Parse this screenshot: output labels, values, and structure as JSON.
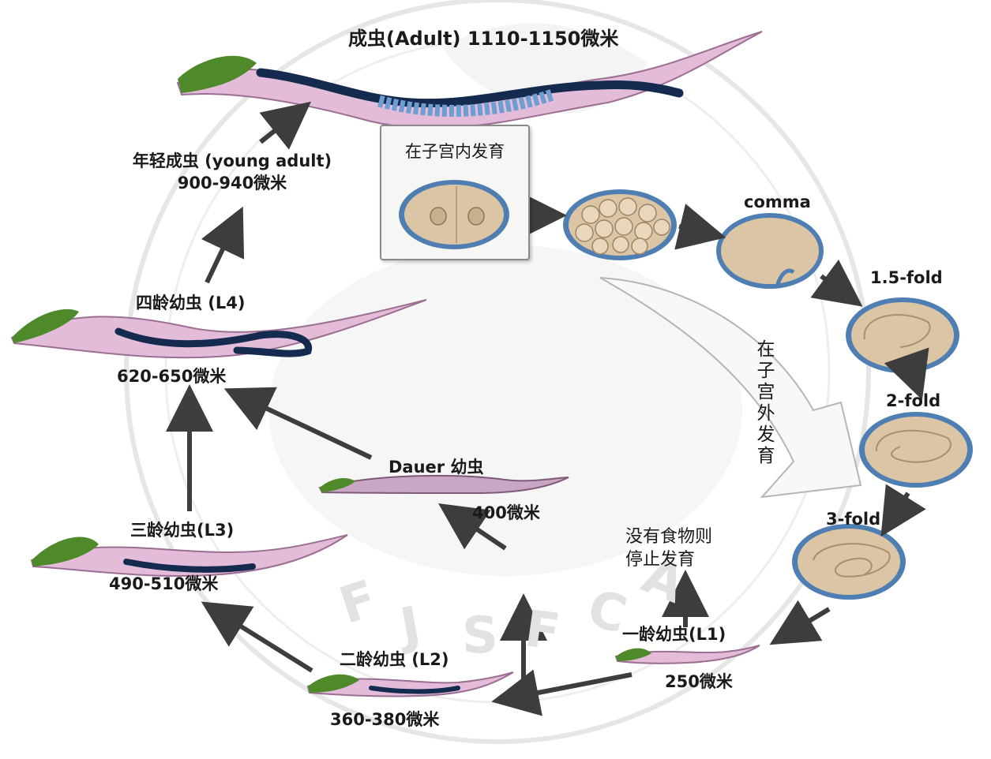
{
  "stages": {
    "adult": "成虫(Adult) 1110-1150微米",
    "young_adult_name": "年轻成虫 (young adult)",
    "young_adult_size": "900-940微米",
    "l4_name": "四龄幼虫 (L4)",
    "l4_size": "620-650微米",
    "dauer_name": "Dauer 幼虫",
    "dauer_size": "400微米",
    "l3_name": "三龄幼虫(L3)",
    "l3_size": "490-510微米",
    "l2_name": "二龄幼虫 (L2)",
    "l2_size": "360-380微米",
    "l1_name": "一龄幼虫(L1)",
    "l1_size": "250微米",
    "no_food_line1": "没有食物则",
    "no_food_line2": "停止发育"
  },
  "embryo": {
    "in_uterus": "在子宫内发育",
    "comma": "comma",
    "fold_1_5": "1.5-fold",
    "fold_2": "2-fold",
    "fold_3": "3-fold",
    "ex_utero_chars": [
      "在",
      "子",
      "宫",
      "外",
      "发",
      "育"
    ]
  },
  "watermark": {
    "letters": [
      "F",
      "J",
      "S",
      "F",
      "C",
      "A"
    ]
  },
  "colors": {
    "worm_body": "#e3bcd9",
    "worm_outline": "#9b6f92",
    "worm_head": "#4f8a2a",
    "gut": "#142a4e",
    "egg_shell": "#4f7fb2",
    "egg_fill": "#dcc5a5",
    "arrow": "#3d3d3d"
  }
}
